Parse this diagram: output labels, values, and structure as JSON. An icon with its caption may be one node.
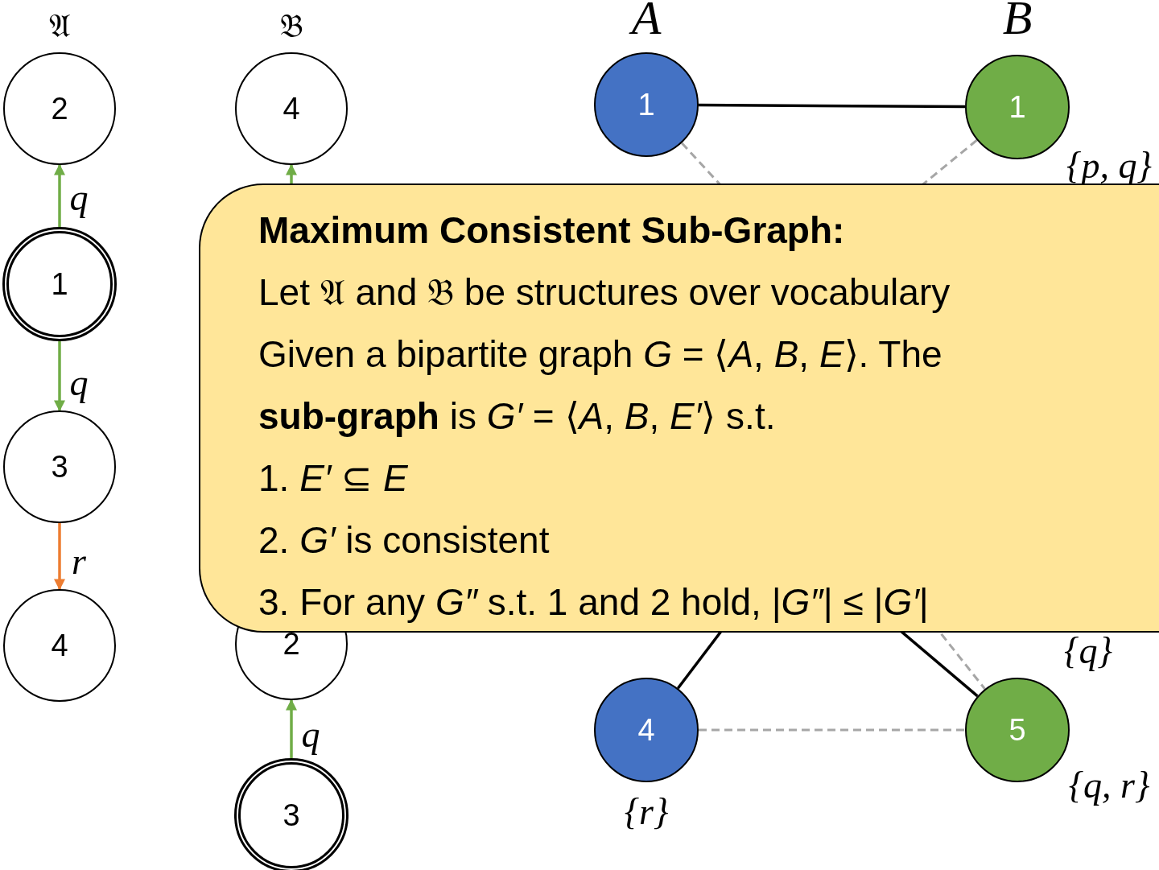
{
  "diagram": {
    "nodes": [
      {
        "text": [
          "2"
        ]
      },
      {
        "text": [
          "1"
        ]
      },
      {
        "text": [
          "3"
        ]
      },
      {
        "text": [
          "4"
        ]
      },
      {
        "text": [
          "4"
        ]
      },
      {
        "text": [
          "2"
        ]
      },
      {
        "text": [
          "3"
        ]
      },
      {
        "text": [
          "1"
        ]
      },
      {
        "text": [
          "1"
        ],
        "beside": [
          "{p, q}"
        ]
      },
      {
        "text": [
          "4"
        ],
        "beside": [
          "{r}"
        ]
      },
      {
        "text": [
          "5"
        ],
        "beside": [
          "{q, r}"
        ]
      },
      {
        "text": [
          "Maximum Consistent Sub-Graph:",
          "Let 𝔄 and 𝔅 be structures over vocabulary",
          "Given a bipartite graph *G* = ⟨*A*, *B*, *E*⟩. The",
          "**sub-graph** is *G′* = ⟨*A*, *B*, *E′*⟩ s.t.",
          "1. *E′* ⊆ *E*",
          "2. *G′* is consistent",
          "3. For any *G″* s.t. 1 and 2 hold, |*G″*| ≤ |*G′*|"
        ]
      }
    ],
    "edges": [
      {
        "from": 1,
        "to": 0,
        "arrow": "to",
        "label": "q",
        "color": "#70ad47"
      },
      {
        "from": 1,
        "to": 2,
        "arrow": "to",
        "label": "q",
        "color": "#70ad47"
      },
      {
        "from": 2,
        "to": 3,
        "arrow": "to",
        "label": "r",
        "color": "#ed7d31"
      },
      {
        "from": 11,
        "to": 4,
        "arrow": "to",
        "color": "#70ad47"
      },
      {
        "from": 6,
        "to": 5,
        "arrow": "to",
        "label": "q",
        "color": "#70ad47"
      },
      {
        "from": 7,
        "to": 8,
        "arrow": "none",
        "color": "#000000"
      },
      {
        "from": 7,
        "to": 11,
        "arrow": "none",
        "style": "dashed",
        "color": "#a6a6a6"
      },
      {
        "from": 8,
        "to": 11,
        "arrow": "none",
        "style": "dashed",
        "color": "#a6a6a6"
      },
      {
        "from": 9,
        "to": 11,
        "arrow": "none",
        "color": "#000000"
      },
      {
        "from": 11,
        "to": 10,
        "arrow": "none",
        "color": "#000000"
      },
      {
        "from": 11,
        "to": 10,
        "arrow": "none",
        "style": "dashed",
        "color": "#a6a6a6"
      },
      {
        "from": 9,
        "to": 10,
        "arrow": "none",
        "style": "dashed",
        "color": "#a6a6a6"
      }
    ],
    "labels": [
      "𝔄",
      "𝔅",
      "A",
      "B",
      "{q}"
    ]
  }
}
